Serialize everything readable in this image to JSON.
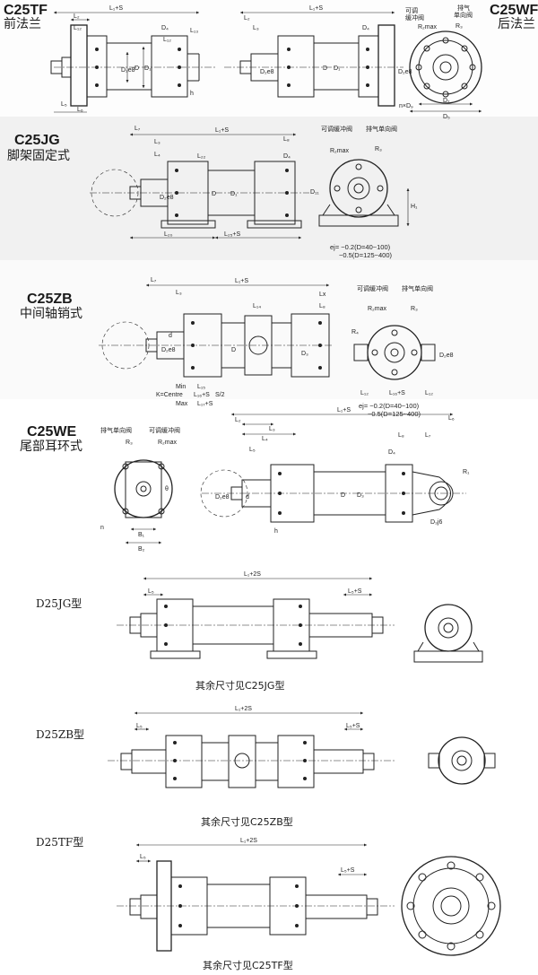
{
  "sections": {
    "tf": {
      "code": "C25TF",
      "name": "前法兰"
    },
    "wf": {
      "code": "C25WF",
      "name": "后法兰"
    },
    "jg": {
      "code": "C25JG",
      "name": "脚架固定式"
    },
    "zb": {
      "code": "C25ZB",
      "name": "中间轴销式"
    },
    "we": {
      "code": "C25WE",
      "name": "尾部耳环式"
    },
    "d_jg": {
      "code": "D25JG型",
      "note": "其余尺寸见C25JG型"
    },
    "d_zb": {
      "code": "D25ZB型",
      "note": "其余尺寸见C25ZB型"
    },
    "d_tf": {
      "code": "D25TF型",
      "note": "其余尺寸见C25TF型"
    }
  },
  "labels": {
    "l1s": "L₁+S",
    "l1_2s": "L₁+2S",
    "l5s": "L₅+S",
    "l16s": "L₁₆+S",
    "l17s": "L₁₇+S",
    "l25s": "L₂₅+S",
    "l1": "L₁",
    "l2": "L₂",
    "l3": "L₃",
    "l4": "L₄",
    "l5": "L₅",
    "l6": "L₆",
    "l7": "L₇",
    "l8": "L₈",
    "l9": "L₉",
    "l12": "L₁₂",
    "l13": "L₁₃",
    "l14": "L₁₄",
    "l15": "L₁₅",
    "l18": "L₁₈",
    "l20": "L₂₀",
    "l22": "L₂₂",
    "l26": "L₂₆",
    "l28": "L₂₈",
    "lx": "Lx",
    "d": "D",
    "d1": "D₁",
    "d2": "D₂",
    "d3": "D₃",
    "d4": "D₄",
    "d5": "D₅",
    "d6": "D₆",
    "d7": "D₇",
    "d8": "D₈",
    "d11": "D₁₁",
    "de8": "D₂e8",
    "d3j6": "D₃j6",
    "dia_d": "d",
    "h": "h",
    "h1": "H₁",
    "n": "n",
    "nd9": "n×D₉",
    "r1": "R₁",
    "r2": "R₂",
    "r3": "R₃",
    "r4": "R₄",
    "r2max": "R₂max",
    "r5": "R₅",
    "b1": "B₁",
    "b2": "B₂",
    "theta": "θ",
    "adjust_valve": "可调缓冲阀",
    "vent_valve": "排气单向阀",
    "vent_short": "排气",
    "vent_short2": "单向阀",
    "adj_short": "可调",
    "adj_short2": "缓冲阀",
    "tol1": "ej= −0.2(D=40~100)",
    "tol2": "−0.5(D=125~400)",
    "min": "Min",
    "centre": "K=Centre",
    "max": "Max",
    "frac": "S/2"
  }
}
